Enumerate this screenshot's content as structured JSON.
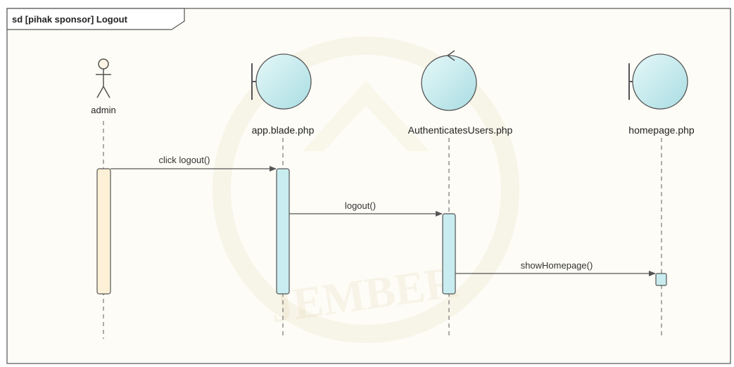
{
  "frame": {
    "title": "sd [pihak sponsor] Logout"
  },
  "lifelines": [
    {
      "id": "admin",
      "kind": "actor",
      "label": "admin"
    },
    {
      "id": "app",
      "kind": "boundary",
      "label": "app.blade.php"
    },
    {
      "id": "auth",
      "kind": "control",
      "label": "AuthenticatesUsers.php"
    },
    {
      "id": "home",
      "kind": "boundary",
      "label": "homepage.php"
    }
  ],
  "messages": [
    {
      "from": "admin",
      "to": "app",
      "label": "click logout()"
    },
    {
      "from": "app",
      "to": "auth",
      "label": "logout()"
    },
    {
      "from": "auth",
      "to": "home",
      "label": "showHomepage()"
    }
  ],
  "watermark": {
    "text": "JEMBER"
  },
  "colors": {
    "frame_bg": "#fdfcf6",
    "frame_border": "#555555",
    "element_fill": "#c8ecef",
    "element_stroke": "#555555",
    "actor_activation_fill": "#fcf0d6",
    "activation_fill": "#c8ecef",
    "lifeline_stroke": "#777777"
  }
}
